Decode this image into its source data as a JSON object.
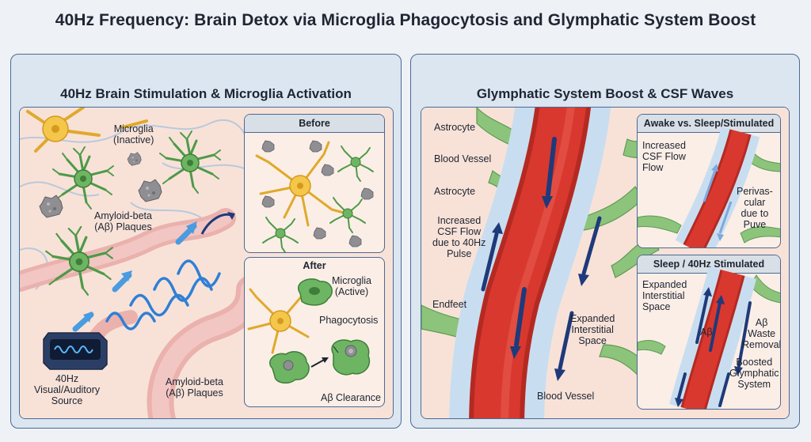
{
  "title": "40Hz Frequency: Brain Detox via Microglia Phagocytosis and Glymphatic System Boost",
  "left_panel": {
    "title": "40Hz Brain Stimulation & Microglia Activation",
    "labels": {
      "microglia_inactive": "Microglia\n(Inactive)",
      "amyloid_top": "Amyloid-beta\n(Aβ) Plaques",
      "source": "40Hz\nVisual/Auditory\nSource",
      "amyloid_bottom": "Amyloid-beta\n(Aβ) Plaques"
    },
    "before": {
      "heading": "Before"
    },
    "after": {
      "heading": "After",
      "microglia_active": "Microglia\n(Active)",
      "phagocytosis": "Phagocytosis",
      "clearance": "Aβ Clearance"
    }
  },
  "right_panel": {
    "title": "Glymphatic System Boost & CSF Waves",
    "labels": {
      "astrocyte_top": "Astrocyte",
      "blood_vessel_top": "Blood Vessel",
      "astrocyte_mid": "Astrocyte",
      "csf_flow": "Increased\nCSF Flow\ndue to 40Hz\nPulse",
      "endfeet": "Endfeet",
      "interstitial": "Expanded\nInterstitial\nSpace",
      "blood_vessel_bottom": "Blood Vessel"
    },
    "awake": {
      "heading": "Awake vs. Sleep/Stimulated",
      "csf_flow": "Increased\nCSF Flow\nFlow",
      "perivascular": "Perivas-\ncular\ndue to\nPuve"
    },
    "sleep": {
      "heading": "Sleep / 40Hz Stimulated",
      "interstitial": "Expanded\nInterstitial\nSpace",
      "abeta": "Aβ",
      "abeta_waste": "Aβ\nWaste\nRemoval",
      "boosted": "Boosted\nGlymphatic\nSystem"
    }
  },
  "colors": {
    "tissue": "#f8e2d8",
    "vessel": "#d9382f",
    "csf": "#c8def0",
    "astrocyte": "#8cc47c",
    "microglia": "#6db562",
    "neuron": "#f4c64a",
    "plaque": "#8f8f93",
    "arrow_dark": "#1f3a7a",
    "wave": "#2f7fd6"
  }
}
